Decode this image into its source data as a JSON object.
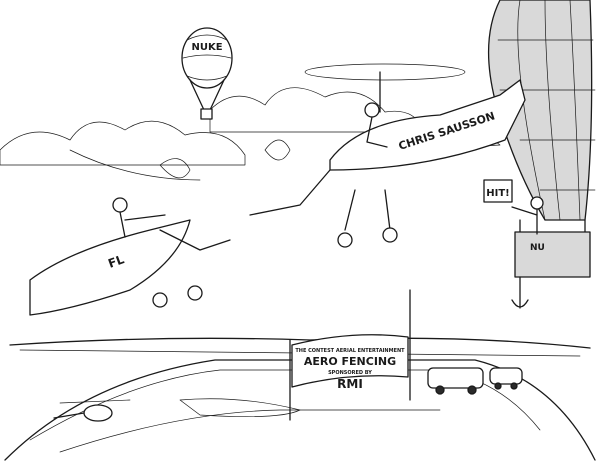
{
  "scene": {
    "balloon_small_label": "NUKE",
    "gyro_right_name": "CHRIS SAUSSON",
    "gyro_left_code": "FL",
    "banner": {
      "line1": "THE CONTEST AERIAL ENTERTAINMENT",
      "line2": "AERO FENCING",
      "line3": "SPONSORED BY",
      "line4": "RMI"
    },
    "balloon_sign": "HIT!",
    "basket_label": "NU"
  },
  "colors": {
    "ink": "#1a1a1a",
    "paper": "#ffffff"
  }
}
